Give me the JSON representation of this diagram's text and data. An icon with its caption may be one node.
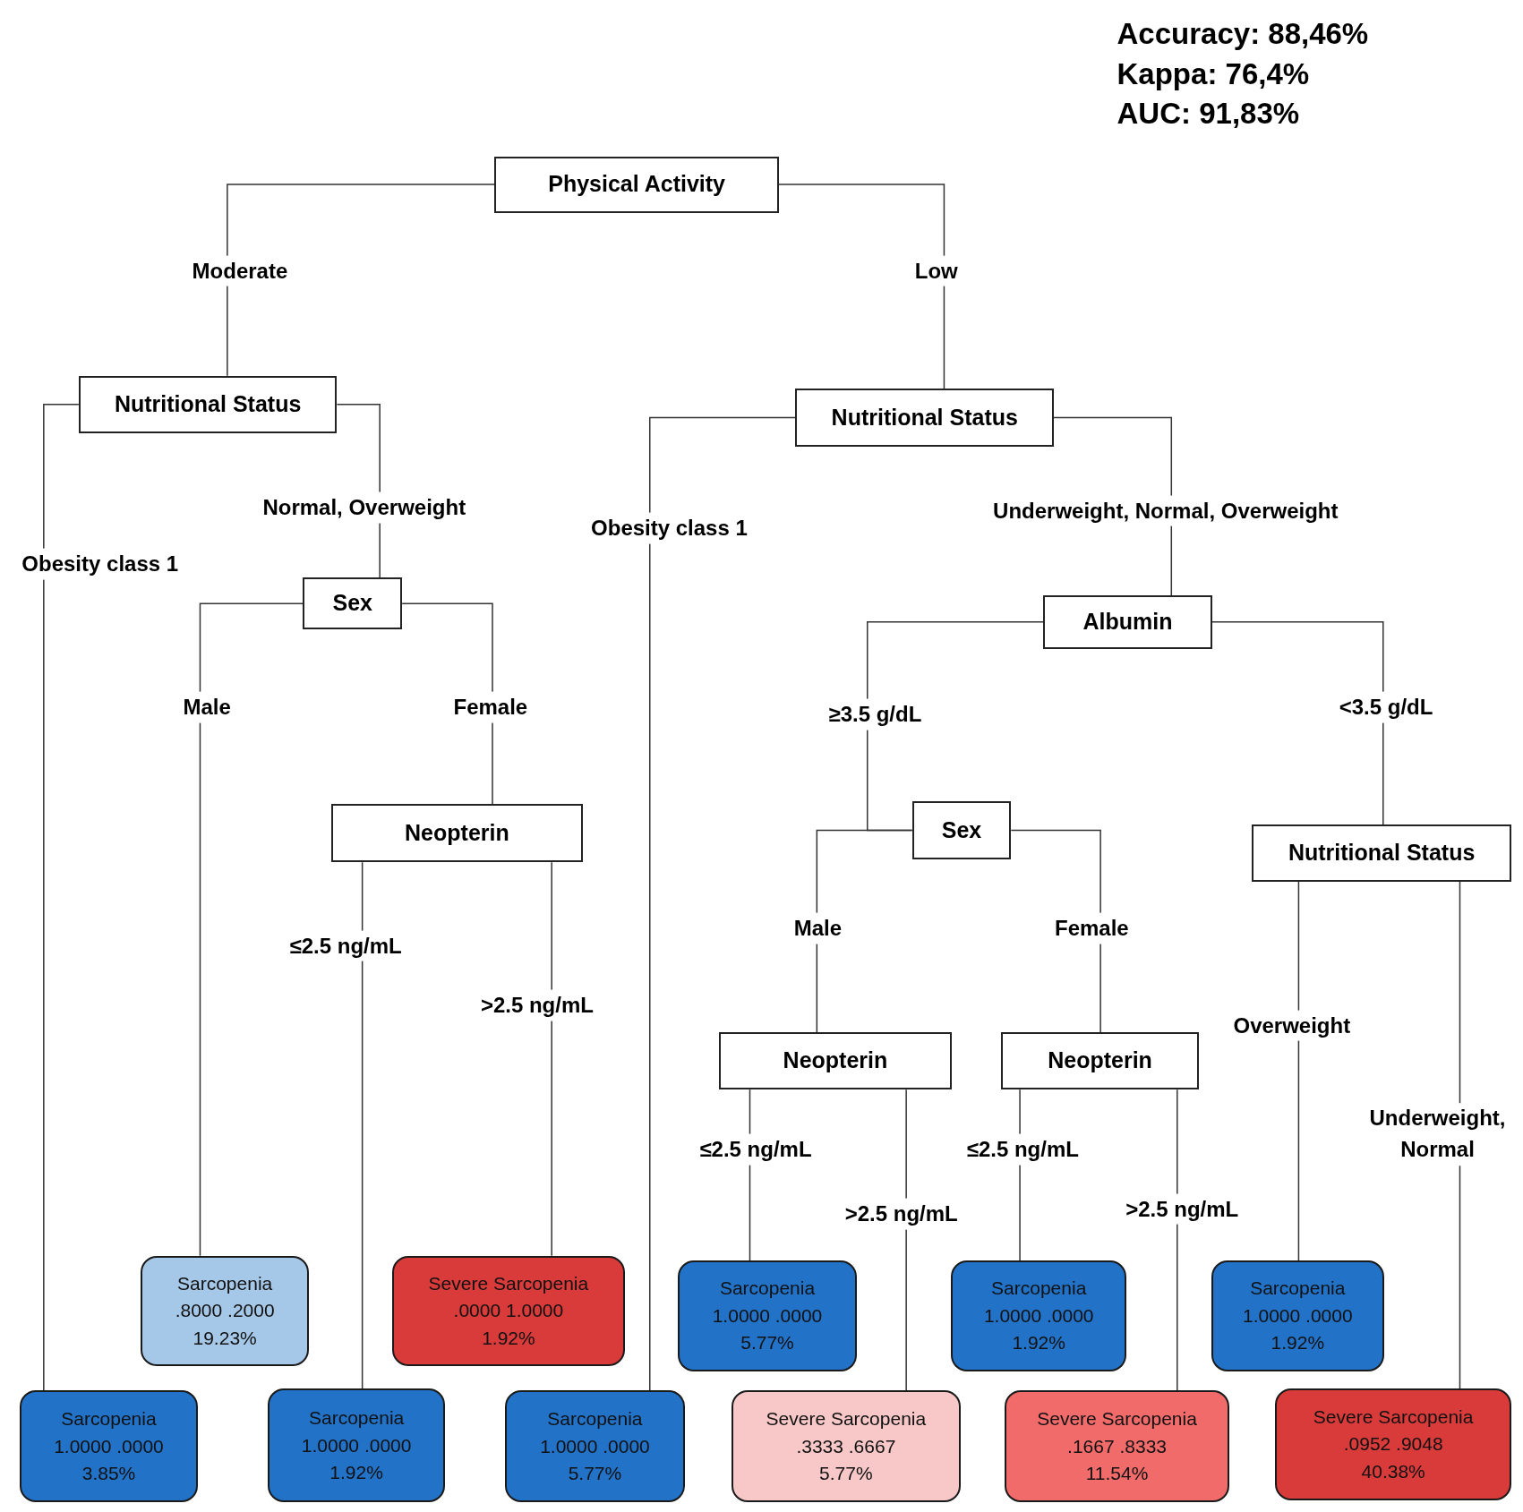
{
  "diagram": {
    "nodes": [
      {
        "text": [
          "Physical Activity"
        ]
      },
      {
        "text": [
          "Nutritional Status"
        ]
      },
      {
        "text": [
          "Sex"
        ]
      },
      {
        "text": [
          "Neopterin"
        ]
      },
      {
        "text": [
          "Nutritional Status"
        ]
      },
      {
        "text": [
          "Albumin"
        ]
      },
      {
        "text": [
          "Sex"
        ]
      },
      {
        "text": [
          "Neopterin"
        ]
      },
      {
        "text": [
          "Neopterin"
        ]
      },
      {
        "text": [
          "Nutritional Status"
        ]
      },
      {
        "text": [
          "Sarcopenia",
          "1.0000 .0000",
          "3.85%"
        ]
      },
      {
        "text": [
          "Sarcopenia",
          ".8000 .2000",
          "19.23%"
        ]
      },
      {
        "text": [
          "Sarcopenia",
          "1.0000 .0000",
          "1.92%"
        ]
      },
      {
        "text": [
          "Severe Sarcopenia",
          ".0000 1.0000",
          "1.92%"
        ]
      },
      {
        "text": [
          "Sarcopenia",
          "1.0000 .0000",
          "5.77%"
        ]
      },
      {
        "text": [
          "Sarcopenia",
          "1.0000 .0000",
          "5.77%"
        ]
      },
      {
        "text": [
          "Severe Sarcopenia",
          ".3333 .6667",
          "5.77%"
        ]
      },
      {
        "text": [
          "Sarcopenia",
          "1.0000 .0000",
          "1.92%"
        ]
      },
      {
        "text": [
          "Severe Sarcopenia",
          ".1667 .8333",
          "11.54%"
        ]
      },
      {
        "text": [
          "Sarcopenia",
          "1.0000 .0000",
          "1.92%"
        ]
      },
      {
        "text": [
          "Severe Sarcopenia",
          ".0952 .9048",
          "40.38%"
        ]
      }
    ],
    "edges": [
      {
        "from": 0,
        "to": 1,
        "arrow": "none",
        "label": "Moderate"
      },
      {
        "from": 0,
        "to": 4,
        "arrow": "none",
        "label": "Low"
      },
      {
        "from": 1,
        "to": 10,
        "arrow": "none",
        "label": "Obesity class 1"
      },
      {
        "from": 1,
        "to": 2,
        "arrow": "none",
        "label": "Normal, Overweight"
      },
      {
        "from": 2,
        "to": 11,
        "arrow": "none",
        "label": "Male"
      },
      {
        "from": 2,
        "to": 3,
        "arrow": "none",
        "label": "Female"
      },
      {
        "from": 3,
        "to": 12,
        "arrow": "none",
        "label": "≤2.5 ng/mL"
      },
      {
        "from": 3,
        "to": 13,
        "arrow": "none",
        "label": ">2.5 ng/mL"
      },
      {
        "from": 4,
        "to": 14,
        "arrow": "none",
        "label": "Obesity class 1"
      },
      {
        "from": 4,
        "to": 5,
        "arrow": "none",
        "label": "Underweight, Normal, Overweight"
      },
      {
        "from": 5,
        "to": 6,
        "arrow": "none",
        "label": "≥3.5 g/dL"
      },
      {
        "from": 5,
        "to": 9,
        "arrow": "none",
        "label": "<3.5 g/dL"
      },
      {
        "from": 6,
        "to": 7,
        "arrow": "none",
        "label": "Male"
      },
      {
        "from": 6,
        "to": 8,
        "arrow": "none",
        "label": "Female"
      },
      {
        "from": 7,
        "to": 15,
        "arrow": "none",
        "label": "≤2.5 ng/mL"
      },
      {
        "from": 7,
        "to": 16,
        "arrow": "none",
        "label": ">2.5 ng/mL"
      },
      {
        "from": 8,
        "to": 17,
        "arrow": "none",
        "label": "≤2.5 ng/mL"
      },
      {
        "from": 8,
        "to": 18,
        "arrow": "none",
        "label": ">2.5 ng/mL"
      },
      {
        "from": 9,
        "to": 19,
        "arrow": "none",
        "label": "Overweight"
      },
      {
        "from": 9,
        "to": 20,
        "arrow": "none",
        "label": "Underweight, Normal"
      }
    ],
    "labels": [
      "Accuracy: 88,46%",
      "Kappa: 76,4%",
      "AUC: 91,83%"
    ]
  }
}
